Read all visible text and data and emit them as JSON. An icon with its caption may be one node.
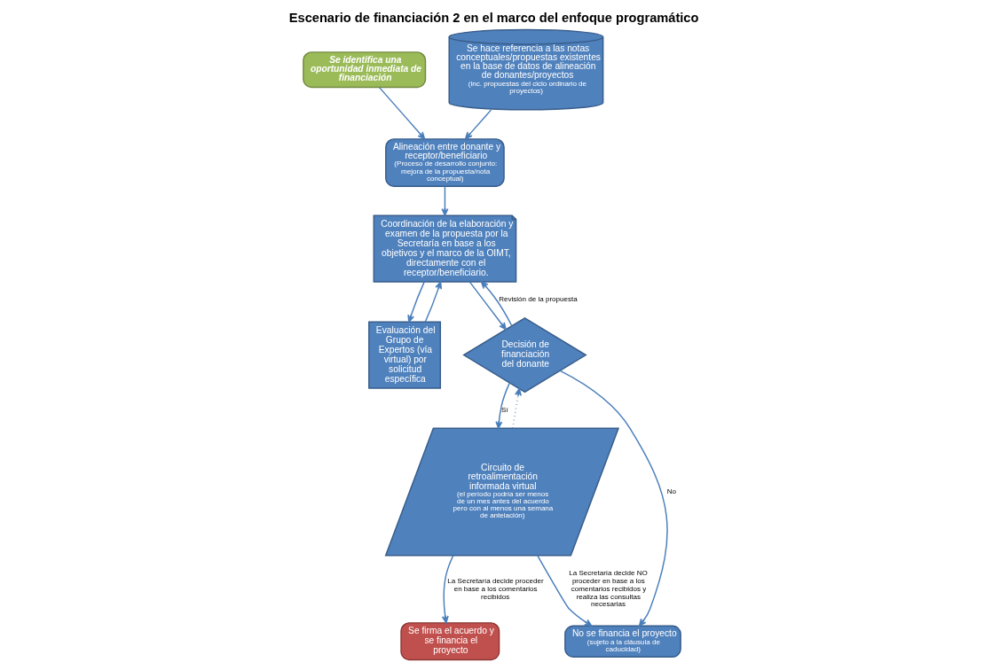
{
  "diagram": {
    "title": "Escenario de financiación 2 en el marco del enfoque programático",
    "nodes": [
      {
        "text": [
          "Se identifica una oportunidad inmediata de financiación"
        ]
      },
      {
        "text": [
          "Se hace referencia a las notas conceptuales/propuestas existentes en la base de datos de alineación de donantes/proyectos",
          "(inc. propuestas del ciclo ordinario de proyectos)"
        ]
      },
      {
        "text": [
          "Coordinación de la elaboración y examen de la propuesta por la Secretaría en base a los objetivos y el marco de la OIMT, directamente con el receptor/beneficiario."
        ]
      },
      {
        "text": [
          "Alineación entre donante y receptor/beneficiario",
          "(Proceso de desarrollo conjunto: mejora de la propuesta/nota conceptual)"
        ]
      },
      {
        "text": [
          "Evaluación del Grupo de Expertos (vía virtual) por solicitud específica"
        ]
      },
      {
        "text": [
          "Decisión de financiación del donante"
        ]
      },
      {
        "text": [
          "Circuito de retroalimentación informada virtual",
          "(el período podría ser menos de un mes antes del acuerdo pero con al menos una semana de antelación)"
        ]
      },
      {
        "text": [
          "Se firma el acuerdo y se financia el proyecto"
        ]
      },
      {
        "text": [
          "No se financia el proyecto",
          "(sujeto a la cláusula de caducidad)"
        ]
      }
    ],
    "edges": [
      {
        "from": 0,
        "to": 3,
        "arrow": "to"
      },
      {
        "from": 1,
        "to": 3,
        "arrow": "to"
      },
      {
        "from": 3,
        "to": 2,
        "arrow": "to"
      },
      {
        "from": 2,
        "to": 4,
        "arrow": "to"
      },
      {
        "from": 4,
        "to": 2,
        "arrow": "to"
      },
      {
        "from": 2,
        "to": 5,
        "arrow": "to"
      },
      {
        "from": 5,
        "to": 2,
        "arrow": "to",
        "label": "Revisión de la propuesta"
      },
      {
        "from": 5,
        "to": 6,
        "arrow": "to",
        "label": "Sí"
      },
      {
        "from": 6,
        "to": 7,
        "arrow": "to",
        "label": "La Secretaría decide proceder en base a los comentarios recibidos"
      },
      {
        "from": 5,
        "to": 8,
        "arrow": "to",
        "label": "No"
      },
      {
        "from": 6,
        "to": 8,
        "arrow": "to",
        "label": "La Secretaría decide NO proceder en base a los comentarios recibidos y realiza las consultas necesarias"
      },
      {
        "from": 6,
        "to": 5,
        "arrow": "to",
        "style": "dashed"
      }
    ]
  }
}
